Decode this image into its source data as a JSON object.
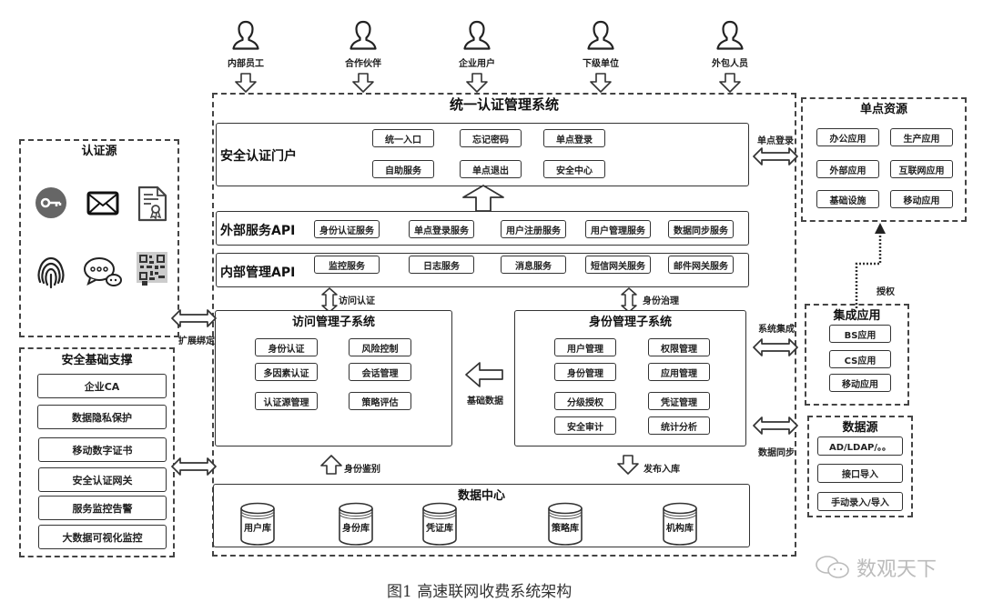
{
  "users": [
    {
      "label": "内部员工",
      "icon": "person-icon"
    },
    {
      "label": "合作伙伴",
      "icon": "person-icon"
    },
    {
      "label": "企业用户",
      "icon": "person-icon"
    },
    {
      "label": "下级单位",
      "icon": "person-icon"
    },
    {
      "label": "外包人员",
      "icon": "person-icon"
    }
  ],
  "main": {
    "title": "统一认证管理系统",
    "portal": {
      "title": "安全认证门户",
      "items": [
        "统一入口",
        "忘记密码",
        "单点登录",
        "自助服务",
        "单点退出",
        "安全中心"
      ]
    },
    "external_api": {
      "title": "外部服务API",
      "items": [
        "身份认证服务",
        "单点登录服务",
        "用户注册服务",
        "用户管理服务",
        "数据同步服务"
      ]
    },
    "internal_api": {
      "title": "内部管理API",
      "items": [
        "监控服务",
        "日志服务",
        "消息服务",
        "短信网关服务",
        "邮件网关服务"
      ]
    },
    "access_label": "访问认证",
    "identity_gov_label": "身份治理",
    "access_subsystem": {
      "title": "访问管理子系统",
      "items": [
        "身份认证",
        "风险控制",
        "多因素认证",
        "会话管理",
        "认证源管理",
        "策略评估"
      ]
    },
    "identity_subsystem": {
      "title": "身份管理子系统",
      "items": [
        "用户管理",
        "权限管理",
        "身份管理",
        "应用管理",
        "分级授权",
        "凭证管理",
        "安全审计",
        "统计分析"
      ]
    },
    "base_data_label": "基础数据",
    "identify_label": "身份鉴别",
    "publish_label": "发布入库",
    "data_center": {
      "title": "数据中心",
      "dbs": [
        "用户库",
        "身份库",
        "凭证库",
        "策略库",
        "机构库"
      ]
    }
  },
  "auth_sources": {
    "title": "认证源",
    "icons": [
      "key-icon",
      "mail-icon",
      "certificate-icon",
      "fingerprint-icon",
      "chat-icon",
      "qrcode-icon"
    ]
  },
  "extend_bind_label": "扩展绑定",
  "security_base": {
    "title": "安全基础支撑",
    "items": [
      "企业CA",
      "数据隐私保护",
      "移动数字证书",
      "安全认证网关",
      "服务监控告警",
      "大数据可视化监控"
    ]
  },
  "sso_resources": {
    "title": "单点资源",
    "items": [
      "办公应用",
      "生产应用",
      "外部应用",
      "互联网应用",
      "基础设施",
      "移动应用"
    ]
  },
  "sso_label": "单点登录",
  "authorize_label": "授权",
  "integrated_apps": {
    "title": "集成应用",
    "items": [
      "BS应用",
      "CS应用",
      "移动应用"
    ]
  },
  "system_integration_label": "系统集成",
  "data_sources": {
    "title": "数据源",
    "items": [
      "AD/LDAP/。。",
      "接口导入",
      "手动录入/导入"
    ]
  },
  "data_sync_label": "数据同步",
  "caption": "图1 高速联网收费系统架构",
  "watermark": "数观天下"
}
